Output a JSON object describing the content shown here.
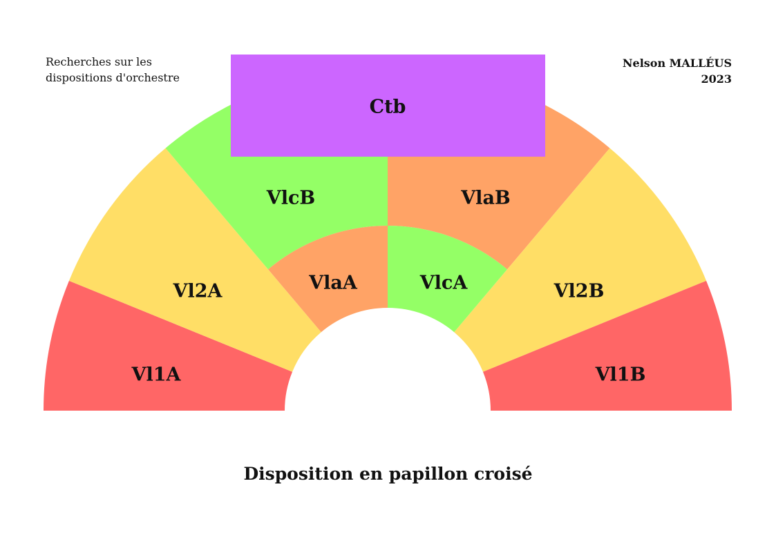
{
  "header_left": {
    "line1": "Recherches sur les",
    "line2": "dispositions d'orchestre"
  },
  "header_right": {
    "author": "Nelson MALLÉUS",
    "year": "2023"
  },
  "caption": "Disposition en papillon croisé",
  "colors": {
    "violins1": "#ff6666",
    "violins2": "#ffde66",
    "violas": "#ffa366",
    "cellos": "#94ff66",
    "basses": "#cc66ff",
    "text": "#111111"
  },
  "stage": {
    "basses": {
      "label": "Ctb",
      "group": "basses"
    },
    "inner_row": [
      {
        "label": "VlaA",
        "group": "violas"
      },
      {
        "label": "VlcA",
        "group": "cellos"
      }
    ],
    "outer_row": [
      {
        "label": "Vl1A",
        "group": "violins1"
      },
      {
        "label": "Vl2A",
        "group": "violins2"
      },
      {
        "label": "VlcB",
        "group": "cellos"
      },
      {
        "label": "VlaB",
        "group": "violas"
      },
      {
        "label": "Vl2B",
        "group": "violins2"
      },
      {
        "label": "Vl1B",
        "group": "violins1"
      }
    ]
  }
}
